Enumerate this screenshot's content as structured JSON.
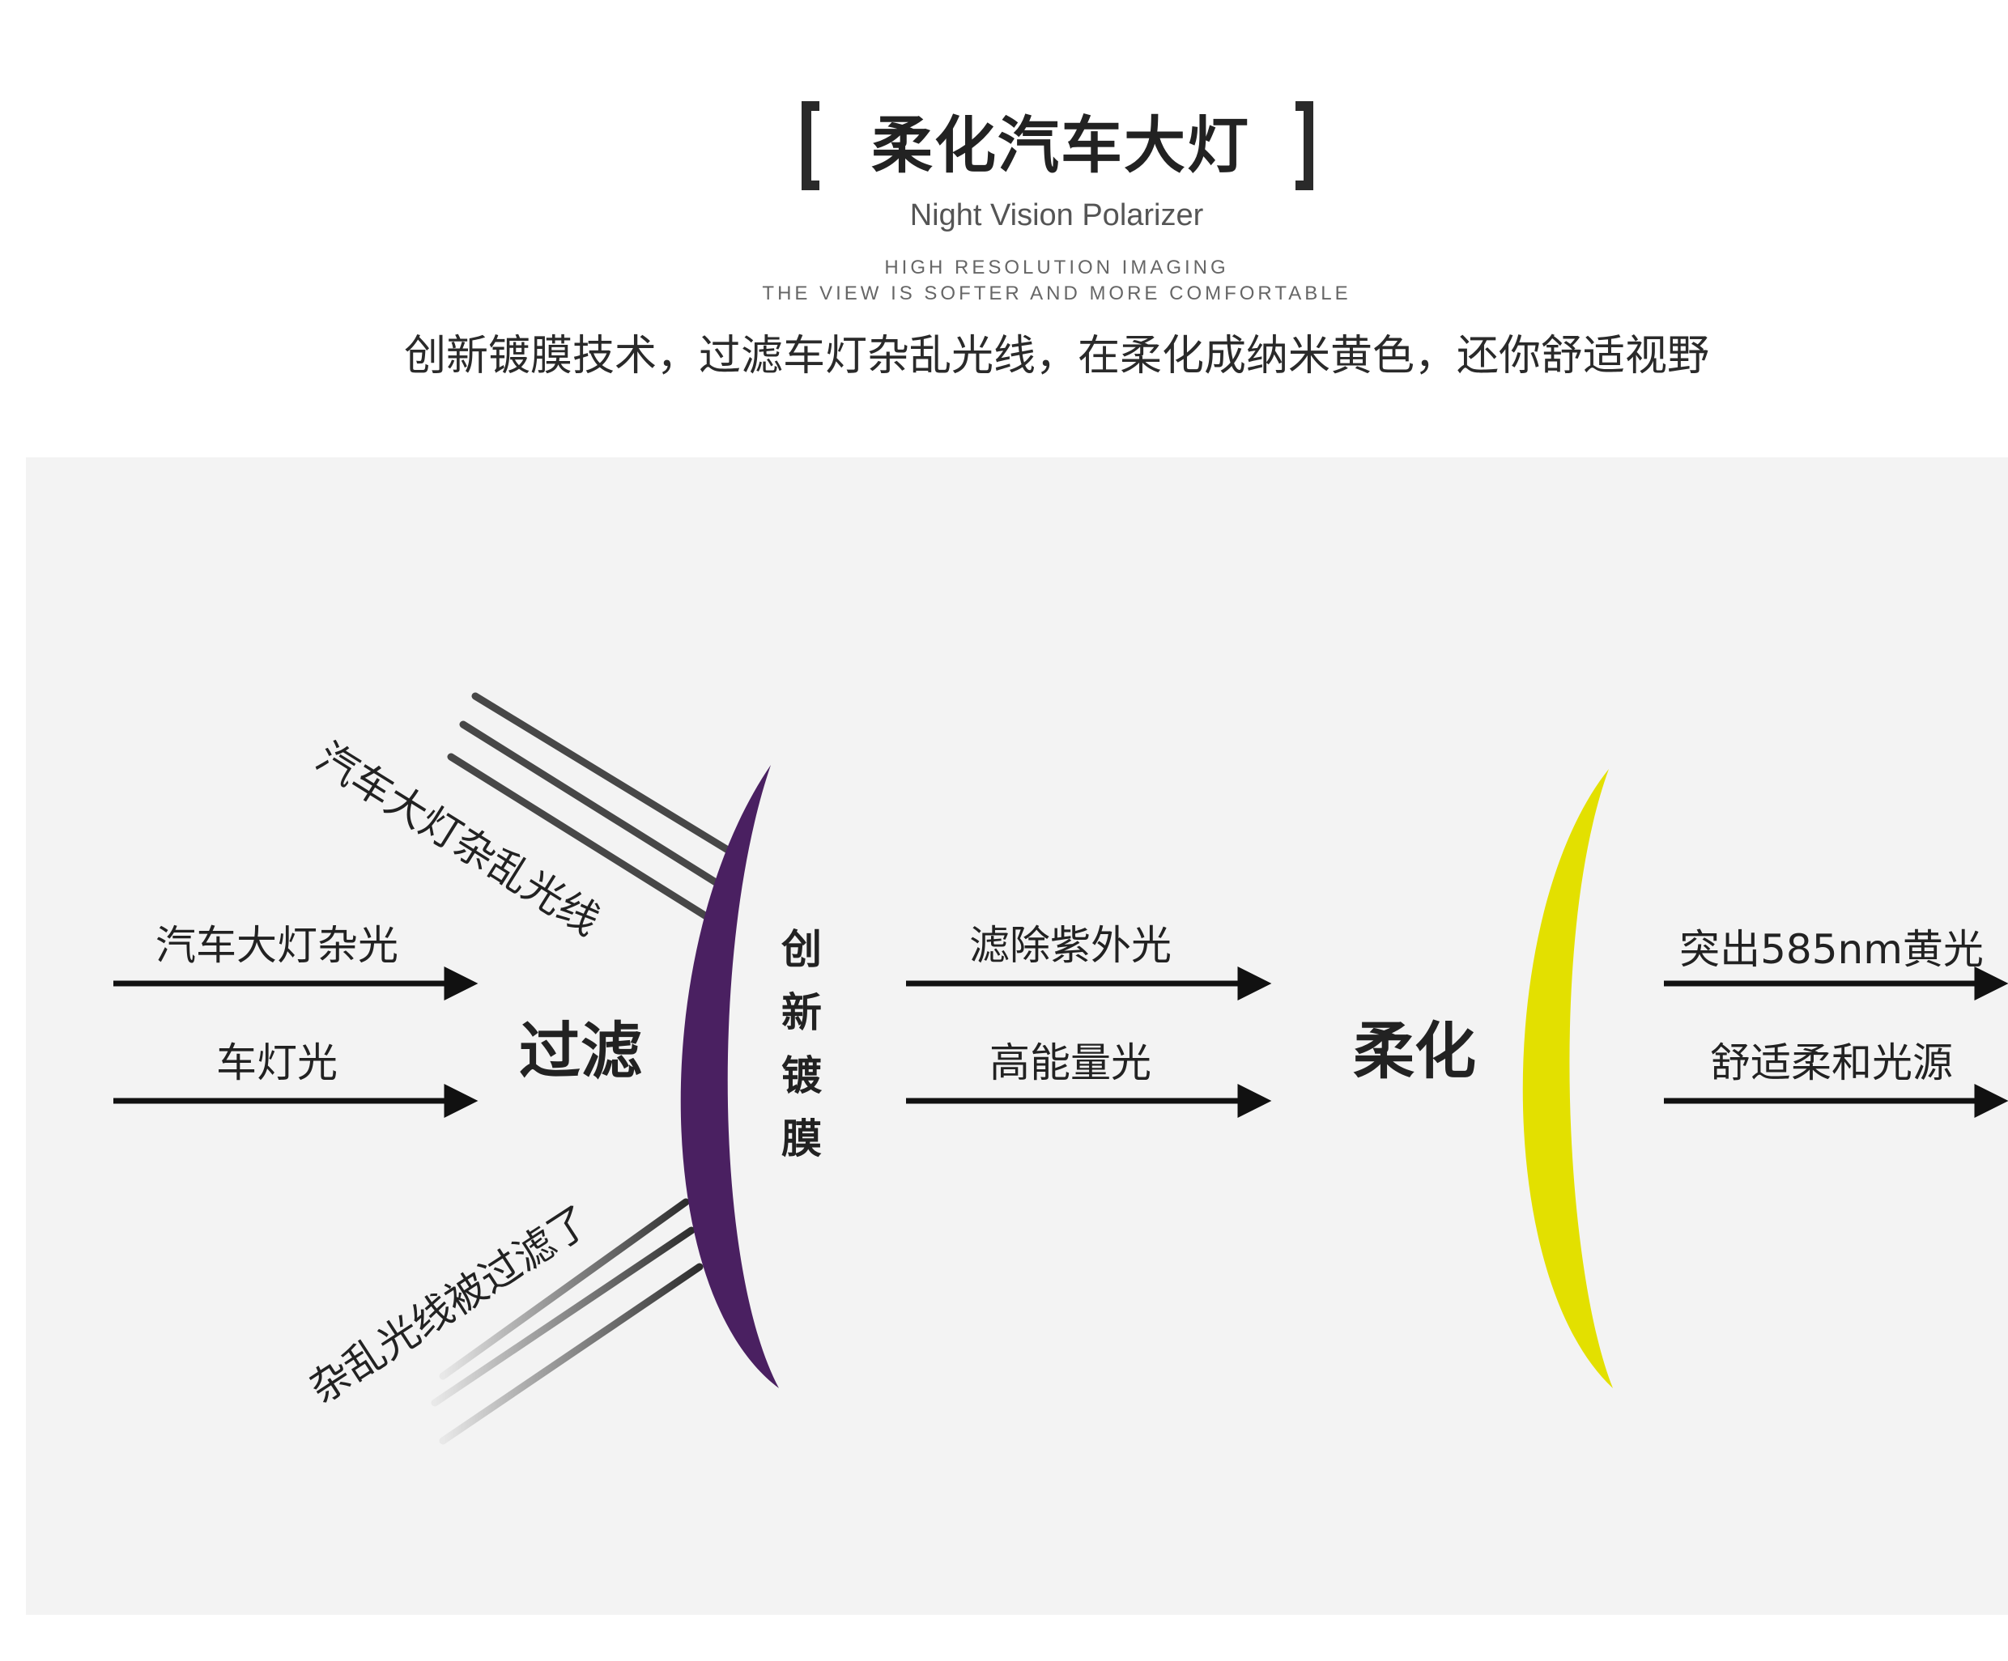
{
  "header": {
    "title": "柔化汽车大灯",
    "subtitle": "Night Vision Polarizer",
    "tagline_1": "HIGH RESOLUTION IMAGING",
    "tagline_2": "THE VIEW IS SOFTER AND MORE COMFORTABLE",
    "description": "创新镀膜技术，过滤车灯杂乱光线，在柔化成纳米黄色，还你舒适视野"
  },
  "diagram": {
    "input_arrows": [
      "汽车大灯杂光",
      "车灯光"
    ],
    "stray_light_label": "汽车大灯杂乱光线",
    "filtered_light_label": "杂乱光线被过滤了",
    "filter_label": "过滤",
    "coating_label": [
      "创",
      "新",
      "镀",
      "膜"
    ],
    "middle_arrows": [
      "滤除紫外光",
      "高能量光"
    ],
    "soften_label": "柔化",
    "output_arrows": [
      "突出585nm黄光",
      "舒适柔和光源"
    ],
    "colors": {
      "coating_lens": "#4a2061",
      "yellow_lens": "#e3e000",
      "background": "#f3f3f3",
      "arrow": "#111111"
    }
  }
}
